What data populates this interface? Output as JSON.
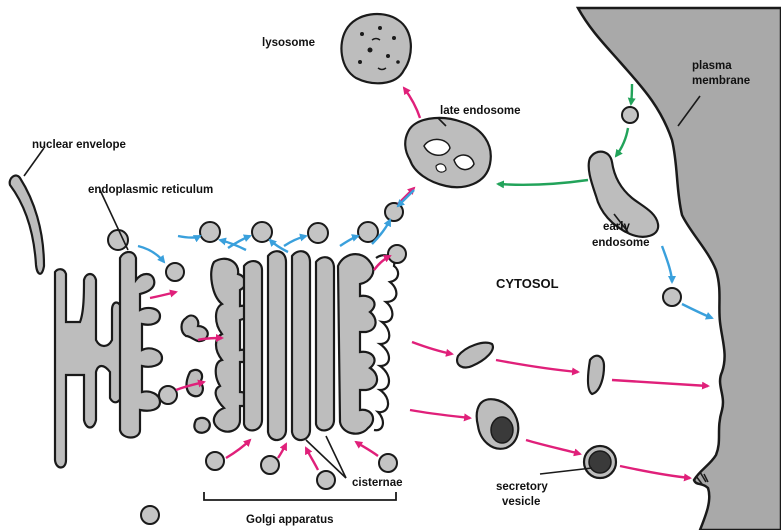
{
  "labels": {
    "lysosome": "lysosome",
    "late_endosome": "late endosome",
    "plasma_membrane_1": "plasma",
    "plasma_membrane_2": "membrane",
    "nuclear_envelope": "nuclear envelope",
    "endoplasmic_reticulum": "endoplasmic reticulum",
    "early_endosome_1": "early",
    "early_endosome_2": "endosome",
    "cytosol": "CYTOSOL",
    "cisternae": "cisternae",
    "secretory_vesicle_1": "secretory",
    "secretory_vesicle_2": "vesicle",
    "golgi_apparatus": "Golgi apparatus"
  },
  "colors": {
    "pathway_secretory": "#e0207a",
    "pathway_endocytic_green": "#22a35a",
    "pathway_retrieval_blue": "#3aa0dc",
    "membrane_fill": "#a9a9a9",
    "organelle_fill": "#bdbdbd"
  }
}
